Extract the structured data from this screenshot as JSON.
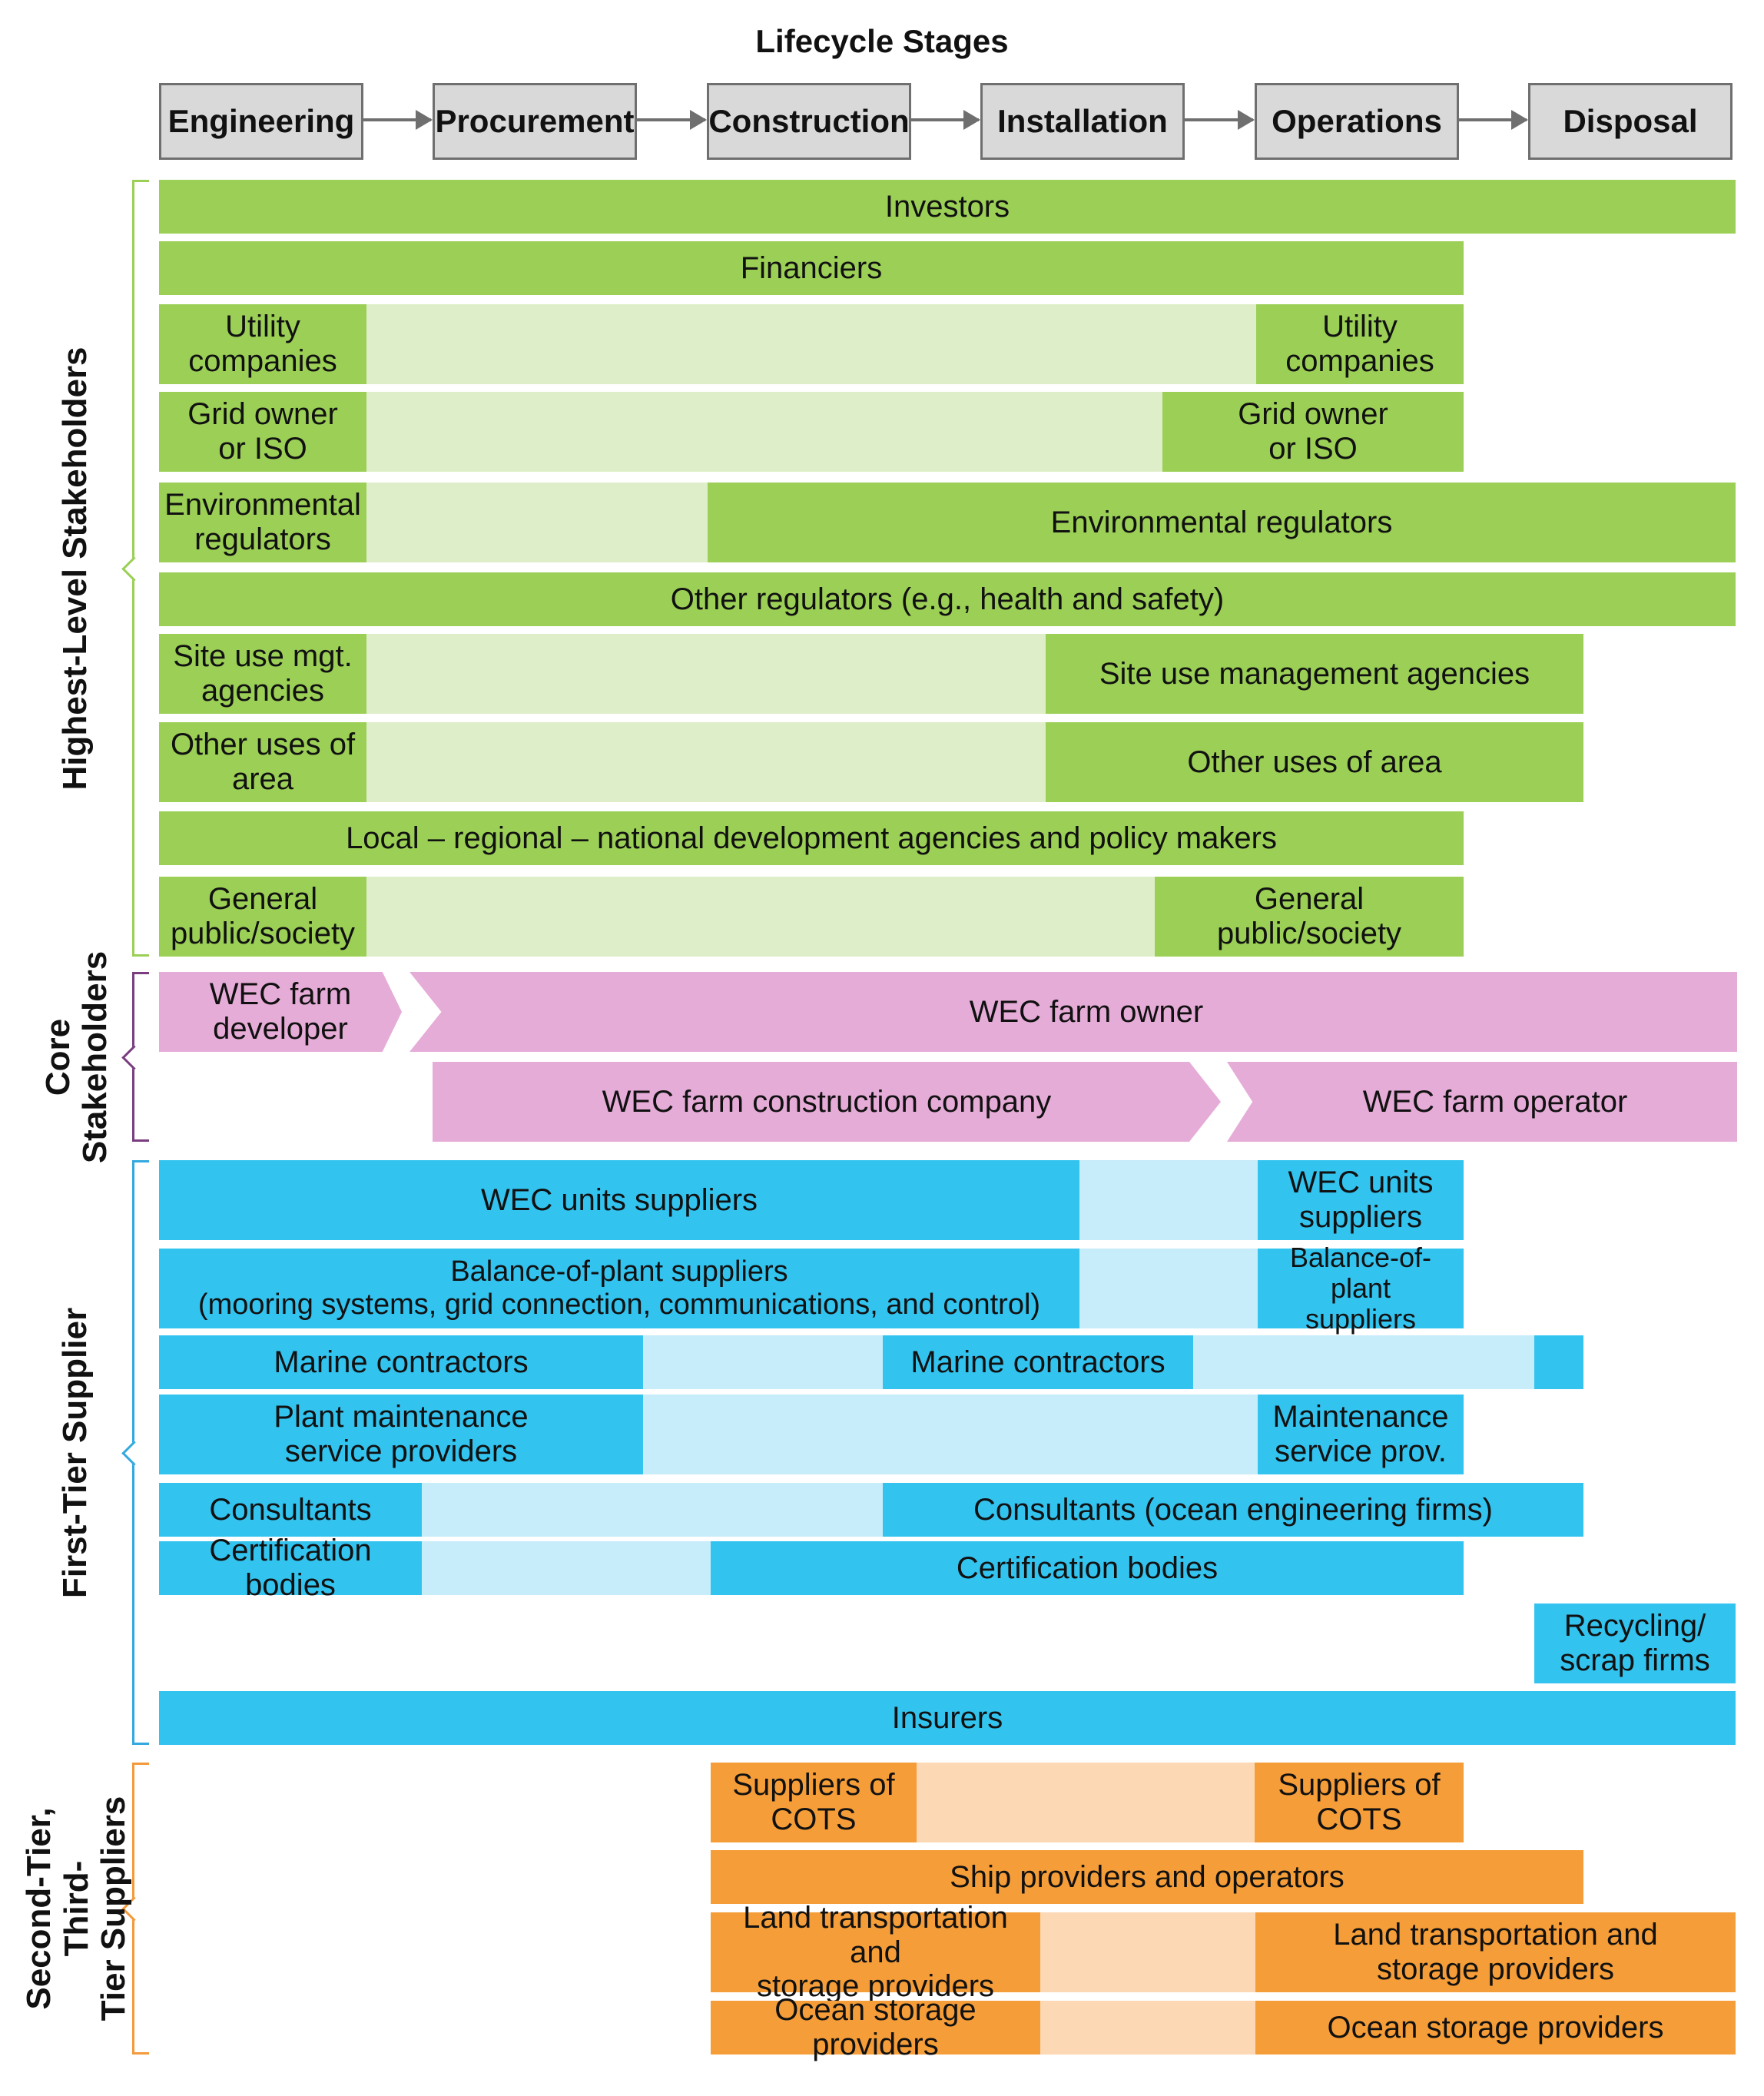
{
  "title": "Lifecycle Stages",
  "stages": [
    "Engineering",
    "Procurement",
    "Construction",
    "Installation",
    "Operations",
    "Disposal"
  ],
  "groups": {
    "highest": "Highest-Level Stakeholders",
    "core": "Core\nStakeholders",
    "first_tier": "First-Tier Supplier",
    "second_tier": "Second-Tier, Third-\nTier Suppliers"
  },
  "bars": [
    {
      "id": "investors",
      "label": "Investors",
      "color": "green"
    },
    {
      "id": "financiers",
      "label": "Financiers",
      "color": "green"
    },
    {
      "id": "utility-companies-1",
      "label": "Utility\ncompanies",
      "color": "green"
    },
    {
      "id": "utility-companies-2",
      "label": "Utility\ncompanies",
      "color": "green"
    },
    {
      "id": "grid-owner-1",
      "label": "Grid owner\nor ISO",
      "color": "green"
    },
    {
      "id": "grid-owner-2",
      "label": "Grid owner\nor ISO",
      "color": "green"
    },
    {
      "id": "env-regulators-1",
      "label": "Environmental\nregulators",
      "color": "green"
    },
    {
      "id": "env-regulators-2",
      "label": "Environmental regulators",
      "color": "green"
    },
    {
      "id": "other-regulators",
      "label": "Other regulators (e.g., health and safety)",
      "color": "green"
    },
    {
      "id": "site-use-1",
      "label": "Site use mgt.\nagencies",
      "color": "green"
    },
    {
      "id": "site-use-2",
      "label": "Site use management agencies",
      "color": "green"
    },
    {
      "id": "other-uses-1",
      "label": "Other uses of\narea",
      "color": "green"
    },
    {
      "id": "other-uses-2",
      "label": "Other uses of area",
      "color": "green"
    },
    {
      "id": "dev-agencies",
      "label": "Local – regional – national development agencies and policy makers",
      "color": "green"
    },
    {
      "id": "public-1",
      "label": "General\npublic/society",
      "color": "green"
    },
    {
      "id": "public-2",
      "label": "General public/society",
      "color": "green"
    },
    {
      "id": "wec-developer",
      "label": "WEC farm\ndeveloper",
      "color": "pink"
    },
    {
      "id": "wec-owner",
      "label": "WEC farm owner",
      "color": "pink"
    },
    {
      "id": "wec-construction",
      "label": "WEC farm construction company",
      "color": "pink"
    },
    {
      "id": "wec-operator",
      "label": "WEC farm operator",
      "color": "pink"
    },
    {
      "id": "wec-units-1",
      "label": "WEC units suppliers",
      "color": "blue"
    },
    {
      "id": "wec-units-2",
      "label": "WEC units\nsuppliers",
      "color": "blue"
    },
    {
      "id": "bop-1",
      "label": "Balance-of-plant suppliers\n(mooring systems, grid connection, communications, and control)",
      "color": "blue"
    },
    {
      "id": "bop-2",
      "label": "Balance-of-plant\nsuppliers",
      "color": "blue"
    },
    {
      "id": "marine-1",
      "label": "Marine contractors",
      "color": "blue"
    },
    {
      "id": "marine-2",
      "label": "Marine contractors",
      "color": "blue"
    },
    {
      "id": "marine-3",
      "label": "",
      "color": "blue"
    },
    {
      "id": "maint-1",
      "label": "Plant maintenance\nservice providers",
      "color": "blue"
    },
    {
      "id": "maint-2",
      "label": "Maintenance\nservice prov.",
      "color": "blue"
    },
    {
      "id": "consultants-1",
      "label": "Consultants",
      "color": "blue"
    },
    {
      "id": "consultants-2",
      "label": "Consultants (ocean engineering firms)",
      "color": "blue"
    },
    {
      "id": "cert-1",
      "label": "Certification bodies",
      "color": "blue"
    },
    {
      "id": "cert-2",
      "label": "Certification bodies",
      "color": "blue"
    },
    {
      "id": "recycling",
      "label": "Recycling/\nscrap firms",
      "color": "blue"
    },
    {
      "id": "insurers",
      "label": "Insurers",
      "color": "blue"
    },
    {
      "id": "cots-1",
      "label": "Suppliers of\nCOTS",
      "color": "orange"
    },
    {
      "id": "cots-2",
      "label": "Suppliers of\nCOTS",
      "color": "orange"
    },
    {
      "id": "ship",
      "label": "Ship providers and operators",
      "color": "orange"
    },
    {
      "id": "land-1",
      "label": "Land transportation and\nstorage providers",
      "color": "orange"
    },
    {
      "id": "land-2",
      "label": "Land transportation and\nstorage providers",
      "color": "orange"
    },
    {
      "id": "ocean-1",
      "label": "Ocean storage providers",
      "color": "orange"
    },
    {
      "id": "ocean-2",
      "label": "Ocean storage providers",
      "color": "orange"
    }
  ]
}
